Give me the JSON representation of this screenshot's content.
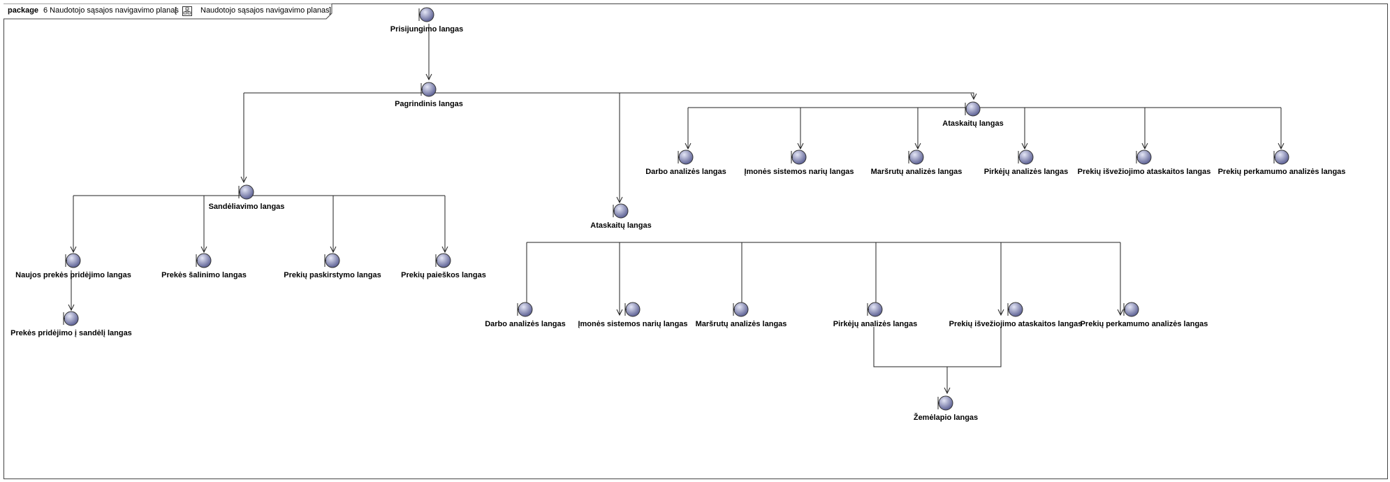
{
  "frame": {
    "keyword": "package",
    "name": "6 Naudotojo sąsajos navigavimo planas",
    "bracket_open": "[",
    "diagram_name": "Naudotojo sąsajos navigavimo planas",
    "bracket_close": "]"
  },
  "nodes": [
    {
      "id": "login",
      "label": "Prisijungimo langas"
    },
    {
      "id": "main",
      "label": "Pagrindinis langas"
    },
    {
      "id": "warehouse",
      "label": "Sandėliavimo langas"
    },
    {
      "id": "reports1",
      "label": "Ataskaitų langas"
    },
    {
      "id": "reports2",
      "label": "Ataskaitų langas"
    },
    {
      "id": "w_add",
      "label": "Naujos prekės pridėjimo langas"
    },
    {
      "id": "w_add_to_wh",
      "label": "Prekės pridėjimo į sandėlį langas"
    },
    {
      "id": "w_remove",
      "label": "Prekės šalinimo langas"
    },
    {
      "id": "w_assign",
      "label": "Prekių paskirstymo langas"
    },
    {
      "id": "w_search",
      "label": "Prekių paieškos langas"
    },
    {
      "id": "r1_work",
      "label": "Darbo analizės langas"
    },
    {
      "id": "r1_members",
      "label": "Įmonės sistemos narių langas"
    },
    {
      "id": "r1_routes",
      "label": "Maršrutų analizės langas"
    },
    {
      "id": "r1_buyers",
      "label": "Pirkėjų analizės langas"
    },
    {
      "id": "r1_delivery",
      "label": "Prekių išvežiojimo ataskaitos langas"
    },
    {
      "id": "r1_purchase",
      "label": "Prekių perkamumo analizės langas"
    },
    {
      "id": "r2_work",
      "label": "Darbo analizės langas"
    },
    {
      "id": "r2_members",
      "label": "Įmonės sistemos narių langas"
    },
    {
      "id": "r2_routes",
      "label": "Maršrutų analizės langas"
    },
    {
      "id": "r2_buyers",
      "label": "Pirkėjų analizės langas"
    },
    {
      "id": "r2_delivery",
      "label": "Prekių išvežiojimo ataskaitos langas"
    },
    {
      "id": "r2_purchase",
      "label": "Prekių perkamumo analizės langas"
    },
    {
      "id": "map",
      "label": "Žemėlapio langas"
    }
  ],
  "edges": [
    [
      "login",
      "main"
    ],
    [
      "main",
      "warehouse"
    ],
    [
      "main",
      "reports1"
    ],
    [
      "main",
      "reports2"
    ],
    [
      "warehouse",
      "w_add"
    ],
    [
      "warehouse",
      "w_remove"
    ],
    [
      "warehouse",
      "w_assign"
    ],
    [
      "warehouse",
      "w_search"
    ],
    [
      "w_add",
      "w_add_to_wh"
    ],
    [
      "reports1",
      "r1_work"
    ],
    [
      "reports1",
      "r1_members"
    ],
    [
      "reports1",
      "r1_routes"
    ],
    [
      "reports1",
      "r1_buyers"
    ],
    [
      "reports1",
      "r1_delivery"
    ],
    [
      "reports1",
      "r1_purchase"
    ],
    [
      "reports2",
      "r2_work"
    ],
    [
      "reports2",
      "r2_members"
    ],
    [
      "reports2",
      "r2_routes"
    ],
    [
      "reports2",
      "r2_buyers"
    ],
    [
      "reports2",
      "r2_delivery"
    ],
    [
      "reports2",
      "r2_purchase"
    ],
    [
      "r2_buyers",
      "map"
    ],
    [
      "r2_delivery",
      "map"
    ]
  ],
  "icons": {
    "node": "boundary-icon",
    "frame": "diagram-icon"
  },
  "colors": {
    "node_fill_light": "#e4e6f6",
    "node_fill_dark": "#5a5e92",
    "line": "#222222"
  }
}
